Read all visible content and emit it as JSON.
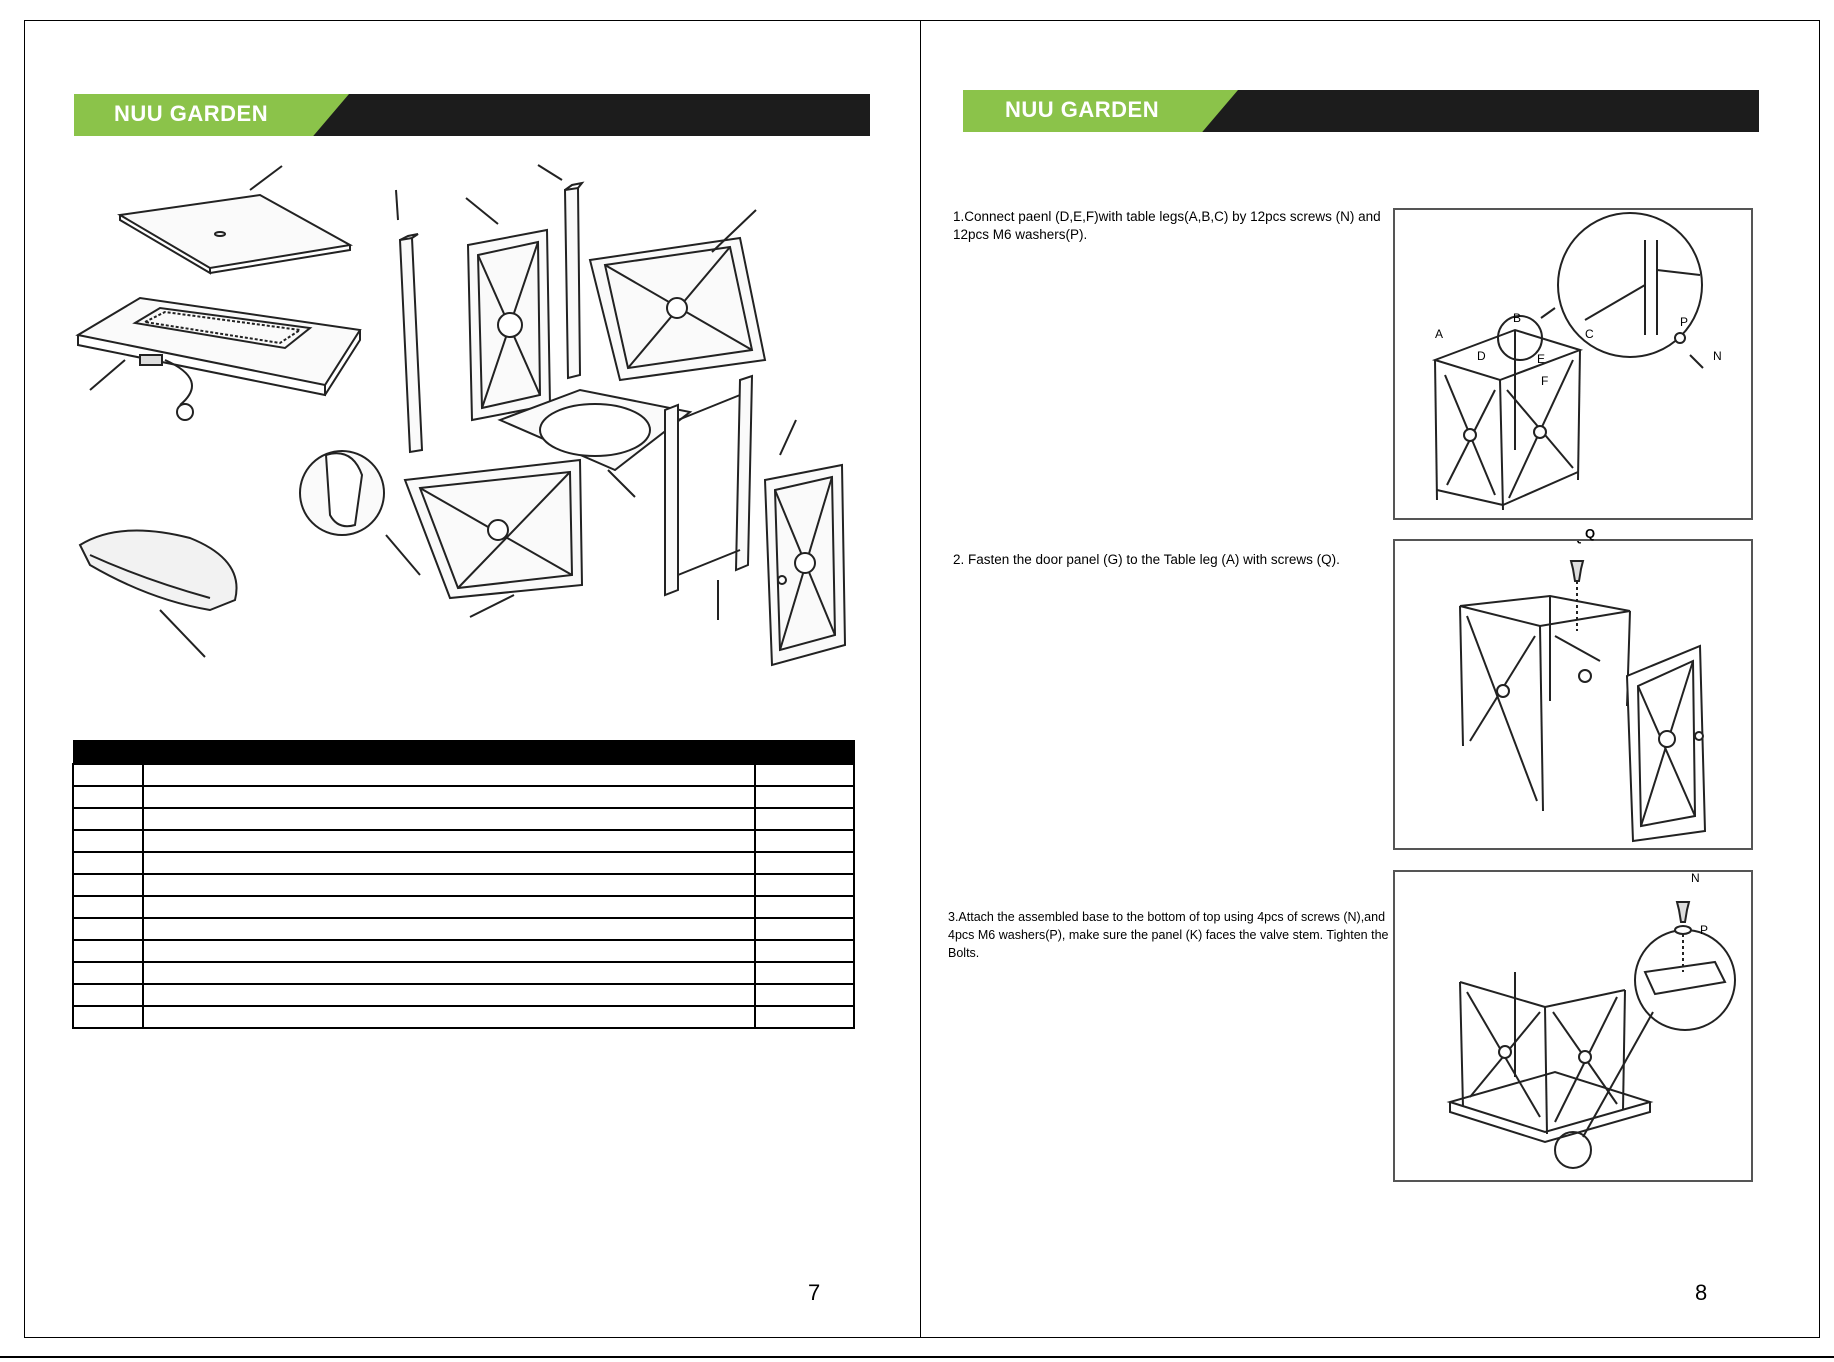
{
  "left_page": {
    "brand": "NUU GARDEN",
    "page_number": "7",
    "parts_table": {
      "columns": [
        "",
        "",
        ""
      ],
      "row_count": 12
    }
  },
  "right_page": {
    "brand": "NUU GARDEN",
    "page_number": "8",
    "steps": [
      {
        "text": "1.Connect paenl (D,E,F)with table legs(A,B,C) by 12pcs screws (N) and 12pcs M6 washers(P).",
        "labels": [
          "A",
          "B",
          "C",
          "D",
          "E",
          "F",
          "P",
          "N"
        ]
      },
      {
        "text": "2. Fasten the door panel (G) to the Table leg (A) with screws (Q).",
        "labels": [
          "Q"
        ]
      },
      {
        "text": "3.Attach the assembled base to the bottom of top using 4pcs of screws (N),and 4pcs M6 washers(P), make sure the panel (K) faces the valve stem. Tighten the Bolts.",
        "labels": [
          "N",
          "P"
        ]
      }
    ]
  },
  "colors": {
    "brand_green": "#8bc34a",
    "banner_dark": "#1c1c1c"
  }
}
